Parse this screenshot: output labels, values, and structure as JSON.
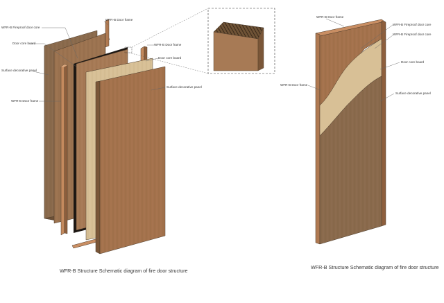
{
  "colors": {
    "background": "#ffffff",
    "panel_dark": "#8a6a4c",
    "panel_mid": "#a77a55",
    "panel_light": "#d8c096",
    "core_board": "#c9a273",
    "core_black": "#1c1612",
    "frame": "#b07a52",
    "surface": "#a4724c",
    "leader": "#666666",
    "text": "#333333"
  },
  "left_diagram": {
    "labels": {
      "fireproof_core": "WFR-B Fireproof door core",
      "door_frame_top": "WFR-B Door frame",
      "door_core_board_left": "Door core board",
      "door_frame_right": "WFR-B Door frame",
      "door_core_board_right": "Door core board",
      "surface_panel_left": "Surface decorative panel",
      "surface_panel_right": "Surface decorative panel",
      "door_frame_left": "WFR-B Door frame"
    },
    "caption": "WFR-B Structure Schematic diagram of fire door structure"
  },
  "right_diagram": {
    "labels": {
      "door_frame_top": "WFR-B Door frame",
      "fireproof_core": "WFR-B Fireproof door core",
      "door_core_board": "Door core board",
      "door_frame_left": "WFR-B Door frame",
      "surface_panel": "Surface decorative panel"
    },
    "caption": "WFR-B Structure Schematic diagram of fire door structure"
  }
}
